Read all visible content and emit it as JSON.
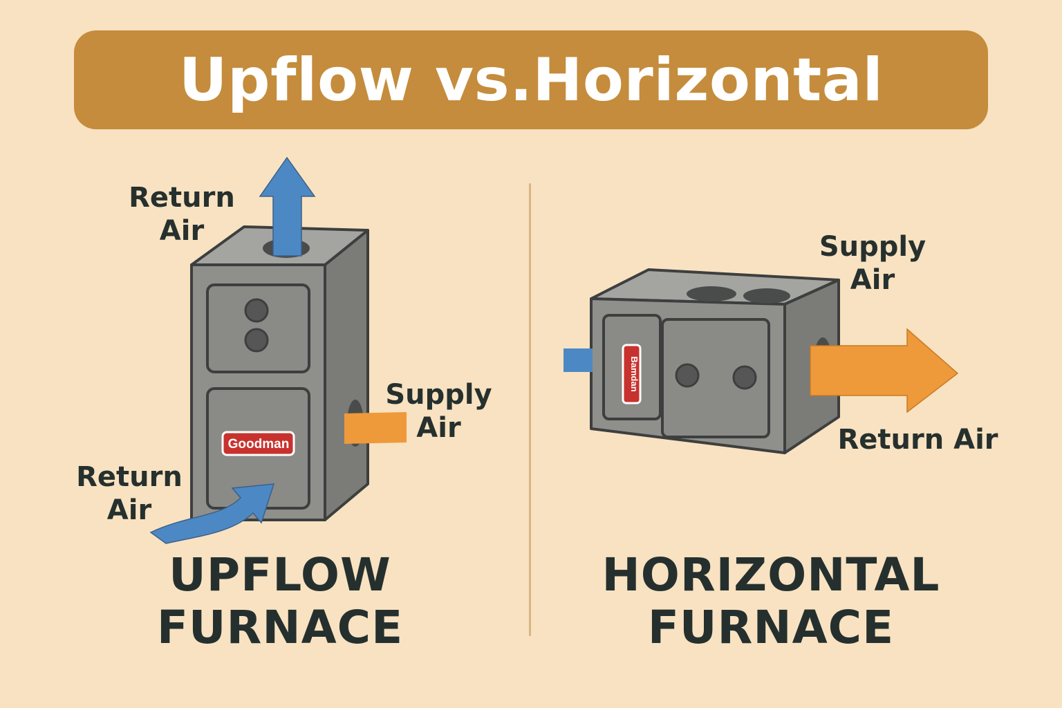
{
  "header": {
    "title": "Upflow vs.Horizontal"
  },
  "upflow": {
    "caption_line1": "UPFLOW",
    "caption_line2": "FURNACE",
    "top_label_line1": "Return",
    "top_label_line2": "Air",
    "side_label_line1": "Supply",
    "side_label_line2": "Air",
    "bottom_label_line1": "Return",
    "bottom_label_line2": "Air",
    "badge_text": "Goodman"
  },
  "horizontal": {
    "caption_line1": "HORIZONTAL",
    "caption_line2": "FURNACE",
    "top_label_line1": "Supply",
    "top_label_line2": "Air",
    "right_label": "Return Air",
    "badge_text": "Bamdan"
  },
  "colors": {
    "background": "#f8e2c1",
    "banner": "#c48c3c",
    "cabinet_front": "#8f8f8c",
    "cabinet_side": "#7b7b78",
    "cabinet_top": "#a4a4a0",
    "outline": "#3d3f3f",
    "blue_arrow": "#4c89c4",
    "orange_arrow": "#ee9a3a",
    "badge_red": "#c8322e"
  },
  "icons": [
    "up-arrow-icon",
    "curved-arrow-icon",
    "right-arrow-icon"
  ]
}
